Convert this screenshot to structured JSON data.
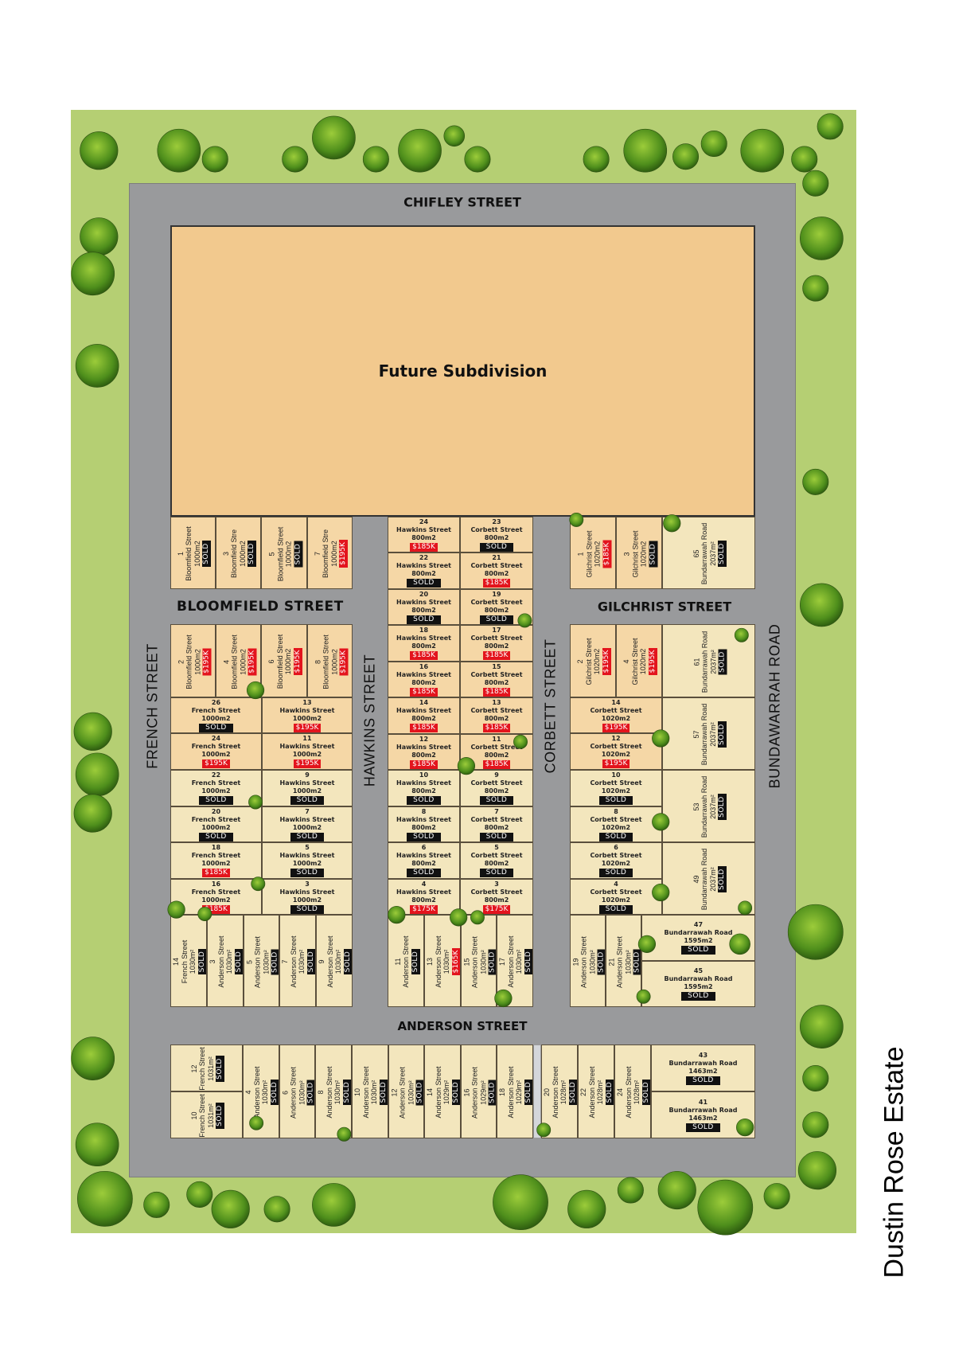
{
  "title": "Dustin Rose Estate",
  "future_subdivision": "Future Subdivision",
  "streets": {
    "chifley": "CHIFLEY STREET",
    "bloomfield": "BLOOMFIELD STREET",
    "gilchrist": "GILCHRIST STREET",
    "french": "FRENCH STREET",
    "hawkins": "HAWKINS STREET",
    "corbett": "CORBETT STREET",
    "bundarrawah": "BUNDAWARRAH  ROAD",
    "anderson": "ANDERSON STREET"
  },
  "colors": {
    "sold": "#111111",
    "price": "#e3141d",
    "grass": "#b5cf73",
    "road": "#999a9c",
    "future": "#f2c98e"
  },
  "lots": {
    "bloomfield_north": [
      {
        "n": "1",
        "street": "Bloomfield Street",
        "area": "1000m2",
        "status": "SOLD"
      },
      {
        "n": "3",
        "street": "Bloomfield Stre",
        "area": "1000m2",
        "status": "SOLD"
      },
      {
        "n": "5",
        "street": "Bloomfield Street",
        "area": "1000m2",
        "status": "SOLD"
      },
      {
        "n": "7",
        "street": "Bloomfield Stre",
        "area": "1000m2",
        "status": "$195K"
      }
    ],
    "bloomfield_south": [
      {
        "n": "2",
        "street": "Bloomfield Street",
        "area": "1000m2",
        "status": "$195K"
      },
      {
        "n": "4",
        "street": "Bloomfield Street",
        "area": "1000m2",
        "status": "$195K"
      },
      {
        "n": "6",
        "street": "Bloomfield Street",
        "area": "1000m2",
        "status": "$195K"
      },
      {
        "n": "8",
        "street": "Bloomfield Street",
        "area": "1000m2",
        "status": "$195K"
      }
    ],
    "west_rows": [
      {
        "n": "26",
        "street": "French Street",
        "area": "1000m2",
        "status": "SOLD"
      },
      {
        "n": "13",
        "street": "Hawkins Street",
        "area": "1000m2",
        "status": "$195K"
      },
      {
        "n": "24",
        "street": "French Street",
        "area": "1000m2",
        "status": "$195K"
      },
      {
        "n": "11",
        "street": "Hawkins Street",
        "area": "1000m2",
        "status": "$195K"
      },
      {
        "n": "22",
        "street": "French Street",
        "area": "1000m2",
        "status": "SOLD"
      },
      {
        "n": "9",
        "street": "Hawkins Street",
        "area": "1000m2",
        "status": "SOLD"
      },
      {
        "n": "20",
        "street": "French Street",
        "area": "1000m2",
        "status": "SOLD"
      },
      {
        "n": "7",
        "street": "Hawkins Street",
        "area": "1000m2",
        "status": "SOLD"
      },
      {
        "n": "18",
        "street": "French Street",
        "area": "1000m2",
        "status": "$185K"
      },
      {
        "n": "5",
        "street": "Hawkins Street",
        "area": "1000m2",
        "status": "SOLD"
      },
      {
        "n": "16",
        "street": "French Street",
        "area": "1000m2",
        "status": "$185K"
      },
      {
        "n": "3",
        "street": "Hawkins Street",
        "area": "1000m2",
        "status": "SOLD"
      }
    ],
    "west_anderson": [
      {
        "n": "14",
        "street": "French Street",
        "area": "1030m²",
        "status": "SOLD"
      },
      {
        "n": "3",
        "street": "Anderson Street",
        "area": "1030m²",
        "status": "SOLD"
      },
      {
        "n": "5",
        "street": "Anderson Street",
        "area": "1030m²",
        "status": "SOLD"
      },
      {
        "n": "7",
        "street": "Anderson Street",
        "area": "1030m²",
        "status": "SOLD"
      },
      {
        "n": "9",
        "street": "Anderson Street",
        "area": "1030m²",
        "status": "SOLD"
      }
    ],
    "central_rows": [
      {
        "n": "24",
        "street": "Hawkins Street",
        "area": "800m2",
        "status": "$185K"
      },
      {
        "n": "23",
        "street": "Corbett Street",
        "area": "800m2",
        "status": "SOLD"
      },
      {
        "n": "22",
        "street": "Hawkins Street",
        "area": "800m2",
        "status": "SOLD"
      },
      {
        "n": "21",
        "street": "Corbett Street",
        "area": "800m2",
        "status": "$185K"
      },
      {
        "n": "20",
        "street": "Hawkins Street",
        "area": "800m2",
        "status": "SOLD"
      },
      {
        "n": "19",
        "street": "Corbett Street",
        "area": "800m2",
        "status": "SOLD"
      },
      {
        "n": "18",
        "street": "Hawkins Street",
        "area": "800m2",
        "status": "$185K"
      },
      {
        "n": "17",
        "street": "Corbett Street",
        "area": "800m2",
        "status": "$185K"
      },
      {
        "n": "16",
        "street": "Hawkins Street",
        "area": "800m2",
        "status": "$185K"
      },
      {
        "n": "15",
        "street": "Corbett Street",
        "area": "800m2",
        "status": "$185K"
      },
      {
        "n": "14",
        "street": "Hawkins Street",
        "area": "800m2",
        "status": "$185K"
      },
      {
        "n": "13",
        "street": "Corbett Street",
        "area": "800m2",
        "status": "$185K"
      },
      {
        "n": "12",
        "street": "Hawkins Street",
        "area": "800m2",
        "status": "$185K"
      },
      {
        "n": "11",
        "street": "Corbett Street",
        "area": "800m2",
        "status": "$185K"
      },
      {
        "n": "10",
        "street": "Hawkins Street",
        "area": "800m2",
        "status": "SOLD"
      },
      {
        "n": "9",
        "street": "Corbett Street",
        "area": "800m2",
        "status": "SOLD"
      },
      {
        "n": "8",
        "street": "Hawkins Street",
        "area": "800m2",
        "status": "SOLD"
      },
      {
        "n": "7",
        "street": "Corbett Street",
        "area": "800m2",
        "status": "SOLD"
      },
      {
        "n": "6",
        "street": "Hawkins Street",
        "area": "800m2",
        "status": "SOLD"
      },
      {
        "n": "5",
        "street": "Corbett Street",
        "area": "800m2",
        "status": "SOLD"
      },
      {
        "n": "4",
        "street": "Hawkins Street",
        "area": "800m2",
        "status": "$175K"
      },
      {
        "n": "3",
        "street": "Corbett Street",
        "area": "800m2",
        "status": "$175K"
      }
    ],
    "central_anderson": [
      {
        "n": "11",
        "street": "Anderson Street",
        "status": "SOLD"
      },
      {
        "n": "13",
        "street": "Anderson Street",
        "area": "1030m²",
        "status": "$165K"
      },
      {
        "n": "15",
        "street": "Anderson Street",
        "area": "1030m²",
        "status": "SOLD"
      },
      {
        "n": "17",
        "street": "Anderson Street",
        "area": "1030m²",
        "status": "SOLD"
      }
    ],
    "gilchrist_north": [
      {
        "n": "1",
        "street": "Gilchrist Street",
        "area": "1020m2",
        "status": "$185K"
      },
      {
        "n": "3",
        "street": "Gilchrist Street",
        "area": "1020m2",
        "status": "SOLD"
      },
      {
        "n": "65",
        "street": "Bundarrawah Road",
        "area": "2037m²",
        "status": "SOLD"
      }
    ],
    "gilchrist_south": [
      {
        "n": "2",
        "street": "Gilchrist Street",
        "area": "1020m2",
        "status": "$195K"
      },
      {
        "n": "4",
        "street": "Gilchrist Street",
        "area": "1020m2",
        "status": "$195K"
      }
    ],
    "corbett_rows": [
      {
        "n": "14",
        "street": "Corbett Street",
        "area": "1020m2",
        "status": "$195K"
      },
      {
        "n": "12",
        "street": "Corbett Street",
        "area": "1020m2",
        "status": "$195K"
      },
      {
        "n": "10",
        "street": "Corbett Street",
        "area": "1020m2",
        "status": "SOLD"
      },
      {
        "n": "8",
        "street": "Corbett Street",
        "area": "1020m2",
        "status": "SOLD"
      },
      {
        "n": "6",
        "street": "Corbett Street",
        "area": "1020m2",
        "status": "SOLD"
      },
      {
        "n": "4",
        "street": "Corbett Street",
        "area": "1020m2",
        "status": "SOLD"
      }
    ],
    "bundarrawah_east": [
      {
        "n": "61",
        "street": "Bundarrawah Road",
        "area": "2037m²",
        "status": "SOLD"
      },
      {
        "n": "57",
        "street": "Bundarrawah Road",
        "area": "2037m²",
        "status": "SOLD"
      },
      {
        "n": "53",
        "street": "Bundarrawah Road",
        "area": "2037m²",
        "status": "SOLD"
      },
      {
        "n": "49",
        "street": "Bundarrawah Road",
        "area": "2037m²",
        "status": "SOLD"
      }
    ],
    "east_anderson": [
      {
        "n": "19",
        "street": "Anderson Street",
        "area": "1030m²",
        "status": "SOLD"
      },
      {
        "n": "21",
        "street": "Anderson Street",
        "area": "1030m²",
        "status": "SOLD"
      }
    ],
    "bundarrawah_south": [
      {
        "n": "47",
        "street": "Bundarrawah Road",
        "area": "1595m2",
        "status": "SOLD"
      },
      {
        "n": "45",
        "street": "Bundarrawah Road",
        "area": "1595m2",
        "status": "SOLD"
      }
    ],
    "south_french": [
      {
        "n": "12",
        "street": "French Street",
        "area": "1031m²",
        "status": "SOLD"
      },
      {
        "n": "10",
        "street": "French Street",
        "area": "1031m²",
        "status": "SOLD"
      }
    ],
    "south_anderson": [
      {
        "n": "4",
        "street": "Anderson Street",
        "area": "1030m²",
        "status": "SOLD"
      },
      {
        "n": "6",
        "street": "Anderson Street",
        "area": "1030m²",
        "status": "SOLD"
      },
      {
        "n": "8",
        "street": "Anderson Street",
        "area": "1030m²",
        "status": "SOLD"
      },
      {
        "n": "10",
        "street": "Anderson Street",
        "area": "1030m²",
        "status": "SOLD"
      },
      {
        "n": "12",
        "street": "Anderson Street",
        "area": "1030m²",
        "status": "SOLD"
      },
      {
        "n": "14",
        "street": "Anderson Street",
        "area": "1029m²",
        "status": "SOLD"
      },
      {
        "n": "16",
        "street": "Anderson Street",
        "area": "1029m²",
        "status": "SOLD"
      },
      {
        "n": "18",
        "street": "Anderson Street",
        "area": "1029m²",
        "status": "SOLD"
      }
    ],
    "south_anderson_east": [
      {
        "n": "20",
        "street": "Anderson Street",
        "area": "1028m²",
        "status": "SOLD"
      },
      {
        "n": "22",
        "street": "Anderson Street",
        "area": "1028m²",
        "status": "SOLD"
      },
      {
        "n": "24",
        "street": "Anderson Street",
        "area": "1028m²",
        "status": "SOLD"
      }
    ],
    "south_bundarrawah": [
      {
        "n": "43",
        "street": "Bundarrawah Road",
        "area": "1463m2",
        "status": "SOLD"
      },
      {
        "n": "41",
        "street": "Bundarrawah Road",
        "area": "1463m2",
        "status": "SOLD"
      }
    ]
  }
}
